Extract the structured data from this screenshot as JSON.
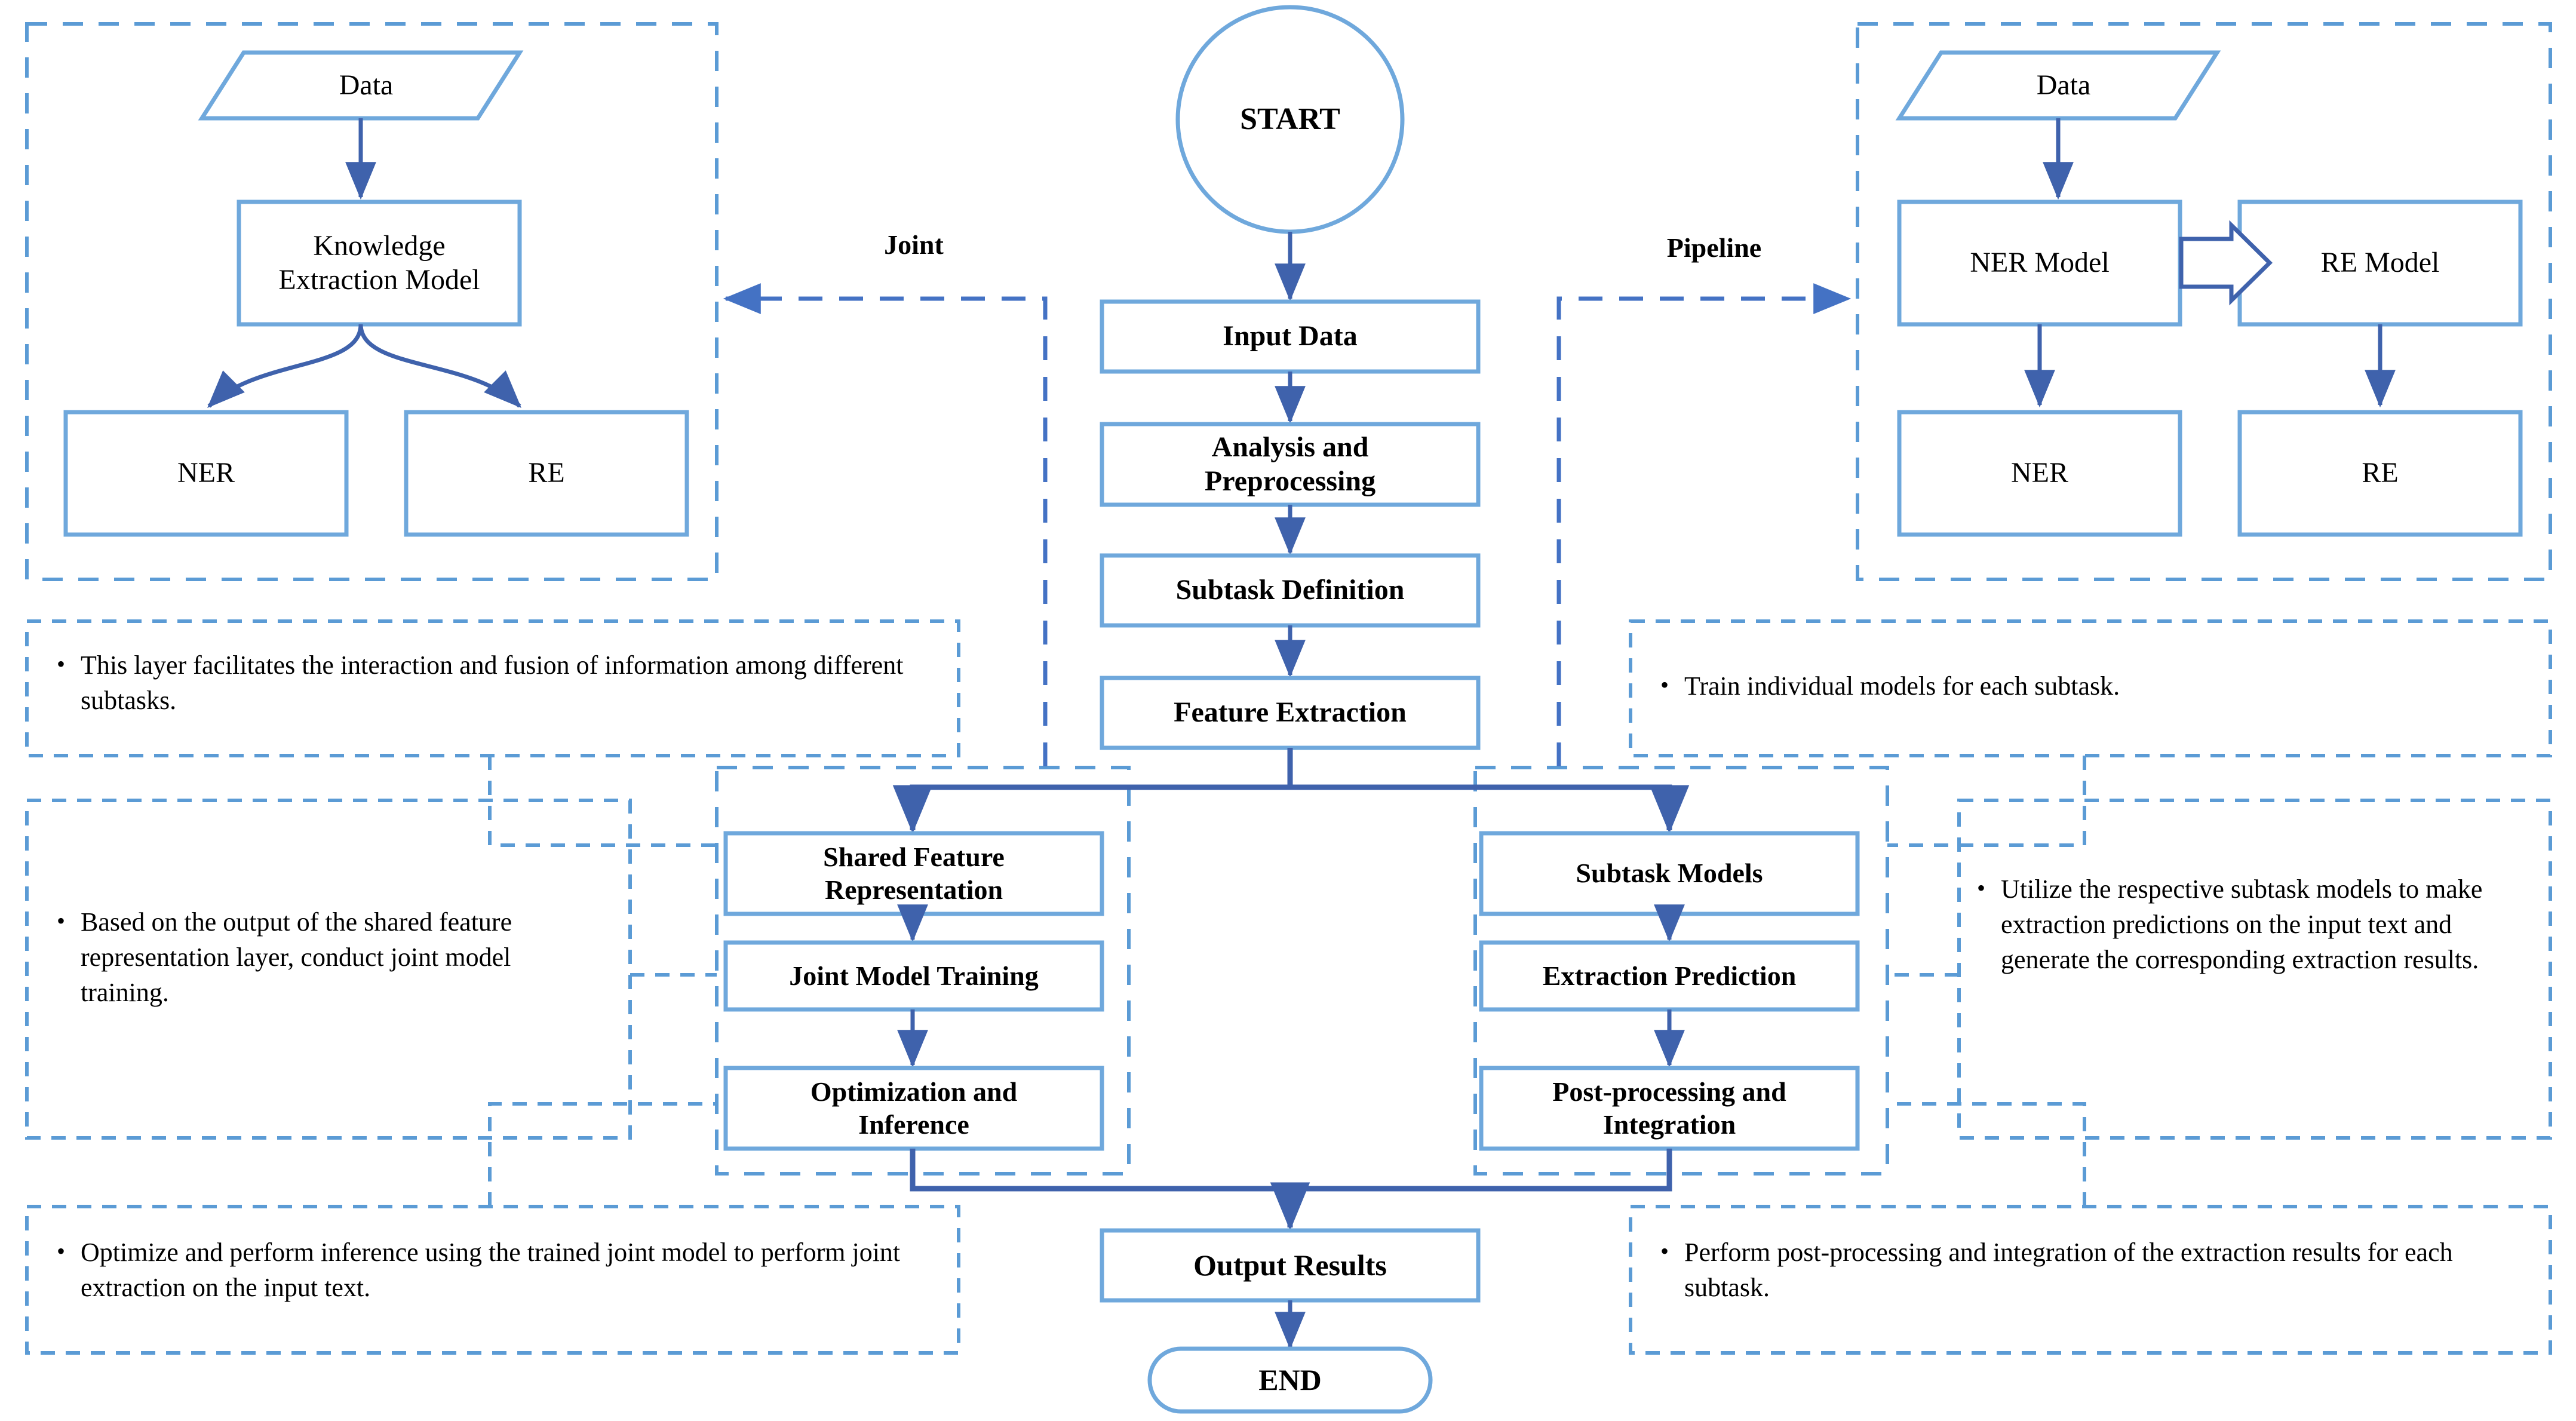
{
  "colors": {
    "box_stroke": "#6FA8DC",
    "arrow": "#3F62AC",
    "dashed_container": "#5B9BD5",
    "dashed_connector": "#4472C4",
    "text": "#000000",
    "background": "#FFFFFF"
  },
  "labels": {
    "joint": "Joint",
    "pipeline": "Pipeline"
  },
  "center_flow": {
    "start": "START",
    "steps": [
      "Input Data",
      "Analysis and\nPreprocessing",
      "Subtask Definition",
      "Feature Extraction"
    ],
    "input_data": "Input Data",
    "analysis_line1": "Analysis and",
    "analysis_line2": "Preprocessing",
    "subtask_definition": "Subtask Definition",
    "feature_extraction": "Feature Extraction",
    "output_results": "Output Results",
    "end": "END"
  },
  "joint_top_panel": {
    "data": "Data",
    "model_line1": "Knowledge",
    "model_line2": "Extraction Model",
    "ner": "NER",
    "re": "RE"
  },
  "pipeline_top_panel": {
    "data": "Data",
    "ner_model": "NER Model",
    "re_model": "RE Model",
    "ner": "NER",
    "re": "RE"
  },
  "joint_branch": {
    "shared_feature_line1": "Shared Feature",
    "shared_feature_line2": "Representation",
    "joint_model_training": "Joint Model Training",
    "optimization_line1": "Optimization and",
    "optimization_line2": "Inference"
  },
  "pipeline_branch": {
    "subtask_models": "Subtask Models",
    "extraction_prediction": "Extraction Prediction",
    "postprocessing_line1": "Post-processing and",
    "postprocessing_line2": "Integration"
  },
  "notes": {
    "joint_shared": "This layer facilitates the interaction and fusion of information among different subtasks.",
    "joint_training": "Based on the output of the shared feature representation layer, conduct joint model training.",
    "joint_optimize": "Optimize and perform inference using the trained joint model to perform joint extraction on the input text.",
    "pipeline_train": "Train individual models for each subtask.",
    "pipeline_predict": "Utilize the respective subtask models to make extraction predictions on the input text and generate the corresponding extraction results.",
    "pipeline_post": "Perform post-processing and integration of the extraction results for each subtask.",
    "bullet": "•"
  }
}
